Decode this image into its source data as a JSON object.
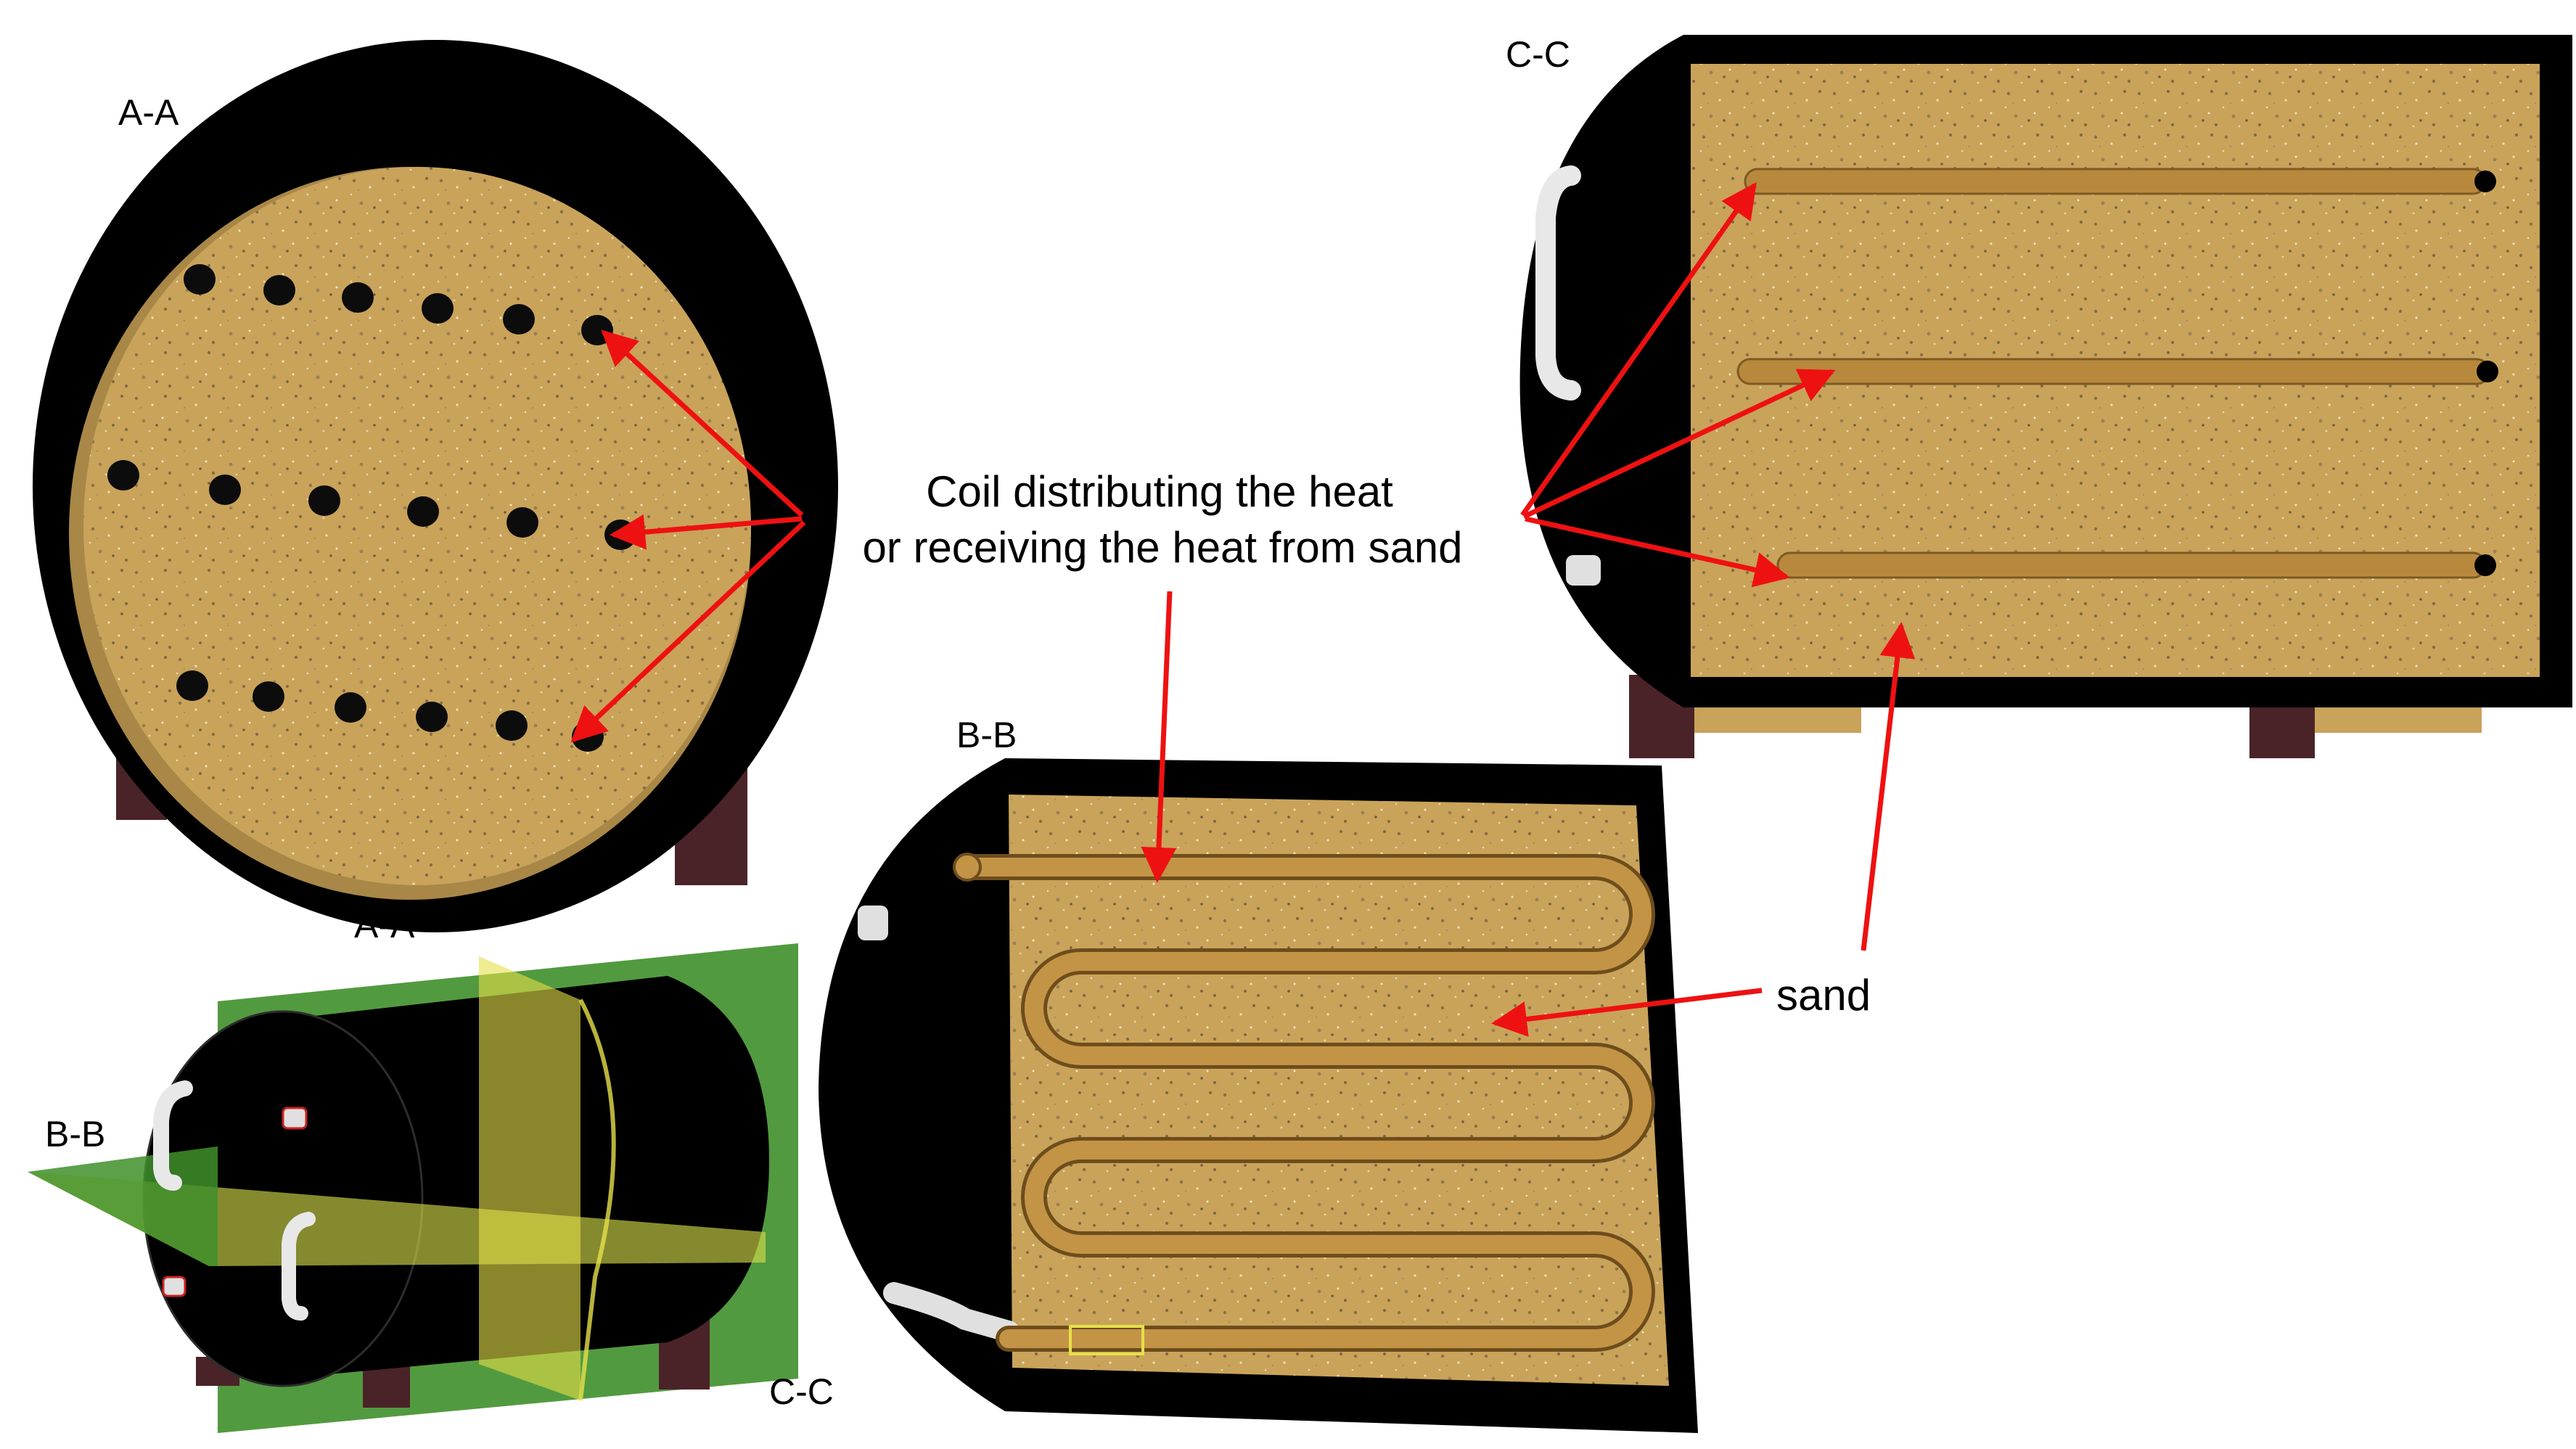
{
  "section_labels": {
    "aa_top": "A-A",
    "cc_top": "C-C",
    "bb_top": "B-B",
    "aa_iso": "A-A",
    "bb_iso": "B-B",
    "cc_iso": "C-C"
  },
  "callouts": {
    "coil_line1": "Coil distributing the heat",
    "coil_line2": "or receiving the heat from sand",
    "sand": "sand"
  },
  "colors": {
    "tank": "#000000",
    "sand": "#c9a35a",
    "coil": "#b8893c",
    "support": "#4a2328",
    "plane_green": "#3f8f2a",
    "plane_yellow": "#e6e04a",
    "arrow": "#ee1111"
  }
}
